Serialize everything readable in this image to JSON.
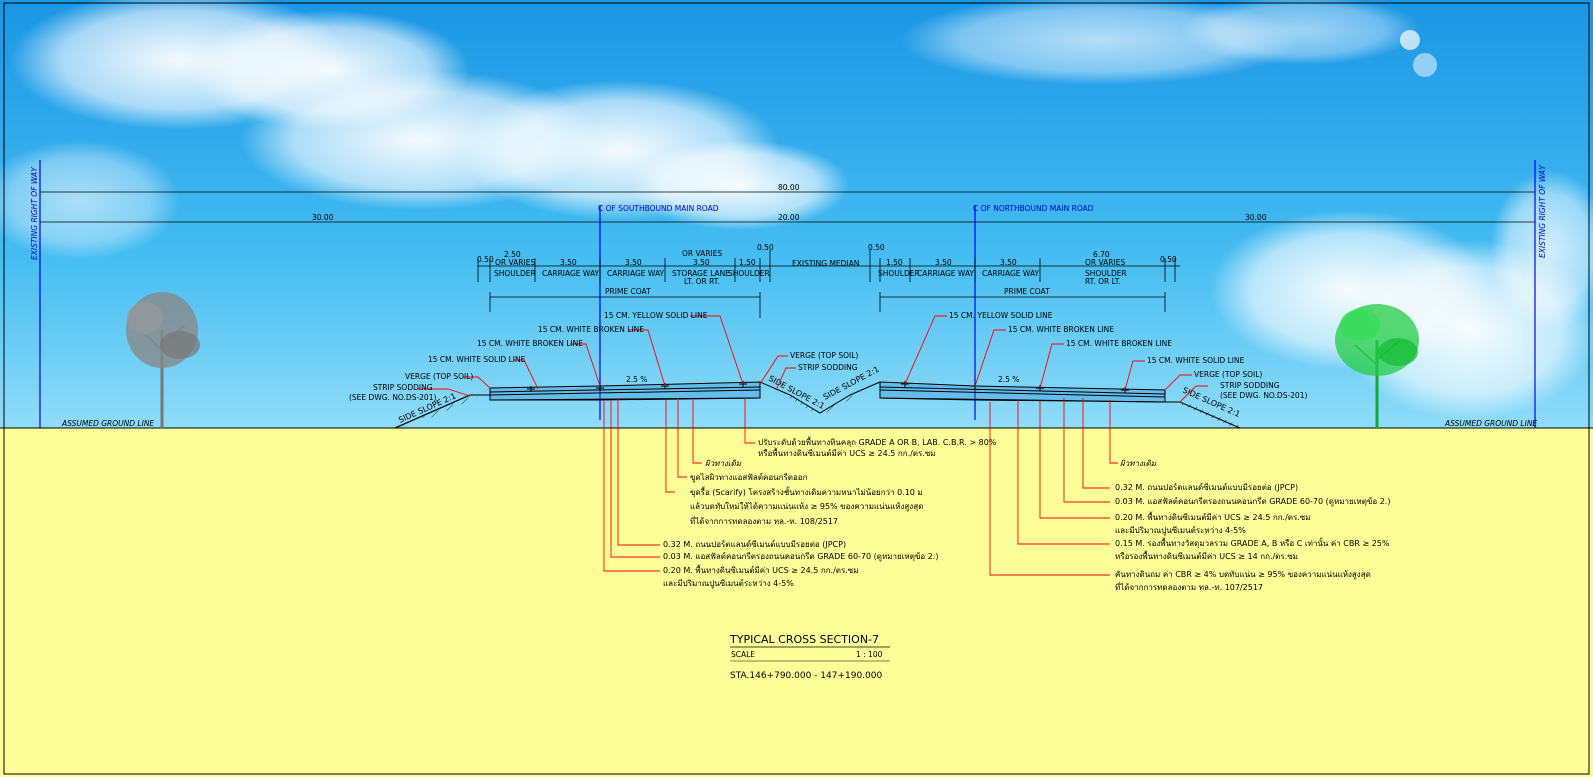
{
  "dimensions": {
    "total_width": "80.00",
    "left_row": "30.00",
    "middle_row": "20.00",
    "right_row": "30.00",
    "d_050a": "0.50",
    "d_250": "2.50",
    "d_or_varies_left": "OR VARIES",
    "d_350a": "3.50",
    "d_350b": "3.50",
    "d_or_varies_mid": "OR VARIES",
    "d_350c": "3.50",
    "d_150a": "1.50",
    "d_050b": "0.50",
    "d_050c": "0.50",
    "d_150b": "1.50",
    "d_350d": "3.50",
    "d_350e": "3.50",
    "d_670": "6.70",
    "d_or_varies_right": "OR VARIES",
    "d_050d": "0.50"
  },
  "lane_labels": {
    "shoulder_left": "SHOULDER",
    "carriage_1": "CARRIAGE WAY",
    "carriage_2": "CARRIAGE WAY",
    "storage_1": "STORAGE LANE",
    "storage_2": "LT. OR RT.",
    "shoulder_mid_left": "SHOULDER",
    "existing_median": "EXISTING MEDIAN",
    "shoulder_mid_right": "SHOULDER",
    "carriage_3": "CARRIAGE WAY",
    "carriage_4": "CARRIAGE WAY",
    "shoulder_right_1": "SHOULDER",
    "shoulder_right_2": "RT. OR LT."
  },
  "prime_coat_left": "PRIME COAT",
  "prime_coat_right": "PRIME COAT",
  "centerlines": {
    "southbound": "C OF SOUTHBOUND MAIN ROAD",
    "northbound": "C OF NORTHBOUND MAIN ROAD"
  },
  "right_of_way": {
    "left": "EXISTING RIGHT OF WAY",
    "right": "EXISTING RIGHT OF WAY"
  },
  "ground": {
    "left": "ASSUMED GROUND LINE",
    "right": "ASSUMED GROUND LINE"
  },
  "slope_pct": {
    "left": "2.5 %",
    "right": "2.5 %"
  },
  "side_slopes": {
    "left": "SIDE SLOPE 2:1",
    "median_left": "SIDE SLOPE 2:1",
    "median_right": "SIDE SLOPE 2:1",
    "right": "SIDE SLOPE 2:1"
  },
  "callouts_left": {
    "yellow_line": "15 CM. YELLOW SOLID LINE",
    "white_broken_1": "15 CM. WHITE BROKEN LINE",
    "white_broken_2": "15 CM. WHITE BROKEN LINE",
    "white_solid": "15 CM. WHITE SOLID LINE",
    "verge": "VERGE (TOP SOIL)",
    "strip_sodding": "STRIP SODDING",
    "see_dwg": "(SEE DWG. NO.DS-201)"
  },
  "callouts_median": {
    "verge": "VERGE (TOP SOIL)",
    "strip_sodding": "STRIP SODDING"
  },
  "callouts_right": {
    "yellow_line": "15 CM. YELLOW SOLID LINE",
    "white_broken_1": "15 CM. WHITE BROKEN LINE",
    "white_broken_2": "15 CM. WHITE BROKEN LINE",
    "white_solid": "15 CM. WHITE SOLID LINE",
    "verge": "VERGE (TOP SOIL)",
    "strip_sodding": "STRIP SODDING",
    "see_dwg": "(SEE DWG. NO.DS-201)"
  },
  "notes_center": {
    "n1": "ปรับระดับด้วยพื้นทางหินคลุก GRADE A OR B, LAB. C.B.R. > 80%",
    "n2": "หรือพื้นทางดินซีเมนต์มีค่า UCS ≥ 24.5 กก./ตร.ซม"
  },
  "notes_left": {
    "n1": "ผิวทางเดิม",
    "n2": "ขูดไสผิวทางแอสฟัลต์คอนกรีตออก",
    "n3": "ขุดรื้อ (Scarify) โครงสร้างชั้นทางเดิมความหนาไม่น้อยกว่า 0.10 ม",
    "n4": "แล้วบดทับใหม่ให้ได้ความแน่นแห้ง ≥ 95% ของความแน่นแห้งสูงสุด",
    "n5": "ที่ได้จากการทดลองตาม ทล.-ท. 108/2517",
    "n6": "0.32 M. ถนนปอร์ตแลนด์ซีเมนต์แบบมีรอยต่อ (JPCP)",
    "n7": "0.03 M. แอสฟัลต์คอนกรีตรองถนนคอนกรีต GRADE 60-70 (ดูหมายเหตุข้อ 2.)",
    "n8": "0.20 M. พื้นทางดินซีเมนต์มีค่า UCS ≥ 24.5 กก./ตร.ซม",
    "n9": "และมีปริมาณปูนซีเมนต์ระหว่าง 4-5%"
  },
  "notes_right": {
    "n1": "ผิวทางเดิม",
    "n2": "0.32 M. ถนนปอร์ตแลนด์ซีเมนต์แบบมีรอยต่อ (JPCP)",
    "n3": "0.03 M. แอสฟัลต์คอนกรีตรองถนนคอนกรีต GRADE 60-70 (ดูหมายเหตุข้อ 2.)",
    "n4": "0.20 M. พื้นทางดินซีเมนต์มีค่า UCS ≥ 24.5 กก./ตร.ซม",
    "n5": "และมีปริมาณปูนซีเมนต์ระหว่าง 4-5%",
    "n6": "0.15 M. รองพื้นทางวัสดุมวลรวม GRADE A, B หรือ C เท่านั้น ค่า CBR ≥ 25%",
    "n7": "หรือรองพื้นทางดินซีเมนต์มีค่า UCS ≥ 14 กก./ตร.ซม",
    "n8": "คันทางดินถม ค่า CBR ≥ 4% บดทับแน่น ≥ 95% ของความแน่นแห้งสูงสุด",
    "n9": "ที่ได้จากการทดลองตาม ทล.-ท. 107/2517"
  },
  "title_block": {
    "title": "TYPICAL CROSS SECTION-7",
    "scale_label": "SCALE",
    "scale_value": "1 : 100",
    "station": "STA.146+790.000 - 147+190.000"
  },
  "colors": {
    "sky_top": "#1e9fe8",
    "sky_bottom": "#7fd6f8",
    "ground": "#ffff99",
    "dimension_line": "#000000",
    "leader_line": "#ff0000",
    "centerline": "#0000ff",
    "tree_left": "#808080",
    "tree_right": "#22cc44"
  },
  "icons": {
    "tree_left": "tree-gray-icon",
    "tree_right": "tree-green-icon"
  }
}
